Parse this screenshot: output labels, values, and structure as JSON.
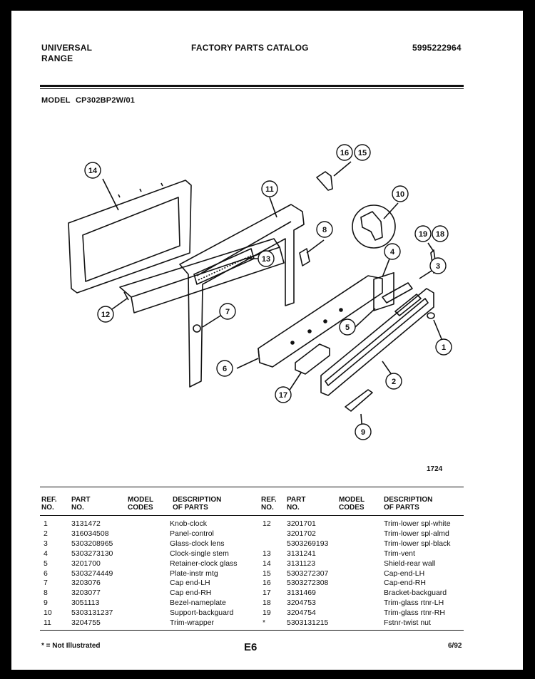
{
  "header": {
    "brand_line1": "UNIVERSAL",
    "brand_line2": "RANGE",
    "catalog_title": "FACTORY PARTS CATALOG",
    "catalog_number": "5995222964",
    "model_label": "MODEL",
    "model_number": "CP302BP2W/01"
  },
  "diagram": {
    "figure_number": "1724",
    "callouts": [
      "14",
      "11",
      "16",
      "15",
      "10",
      "8",
      "13",
      "12",
      "7",
      "4",
      "19",
      "18",
      "3",
      "5",
      "1",
      "6",
      "17",
      "2",
      "9"
    ]
  },
  "table_headers": {
    "ref": [
      "REF.",
      "NO."
    ],
    "part": [
      "PART",
      "NO."
    ],
    "model": [
      "MODEL",
      "CODES"
    ],
    "desc": [
      "DESCRIPTION",
      "OF PARTS"
    ]
  },
  "parts_left": [
    {
      "ref": "1",
      "part": "3131472",
      "model": "",
      "desc": "Knob-clock"
    },
    {
      "ref": "2",
      "part": "316034508",
      "model": "",
      "desc": "Panel-control"
    },
    {
      "ref": "3",
      "part": "5303208965",
      "model": "",
      "desc": "Glass-clock lens"
    },
    {
      "ref": "4",
      "part": "5303273130",
      "model": "",
      "desc": "Clock-single stem"
    },
    {
      "ref": "5",
      "part": "3201700",
      "model": "",
      "desc": "Retainer-clock glass"
    },
    {
      "ref": "6",
      "part": "5303274449",
      "model": "",
      "desc": "Plate-instr mtg"
    },
    {
      "ref": "7",
      "part": "3203076",
      "model": "",
      "desc": "Cap end-LH"
    },
    {
      "ref": "8",
      "part": "3203077",
      "model": "",
      "desc": "Cap end-RH"
    },
    {
      "ref": "9",
      "part": "3051113",
      "model": "",
      "desc": "Bezel-nameplate"
    },
    {
      "ref": "10",
      "part": "5303131237",
      "model": "",
      "desc": "Support-backguard"
    },
    {
      "ref": "11",
      "part": "3204755",
      "model": "",
      "desc": "Trim-wrapper"
    }
  ],
  "parts_right": [
    {
      "ref": "12",
      "part": "3201701",
      "model": "",
      "desc": "Trim-lower spl-white"
    },
    {
      "ref": "",
      "part": "3201702",
      "model": "",
      "desc": "Trim-lower spl-almd"
    },
    {
      "ref": "",
      "part": "5303269193",
      "model": "",
      "desc": "Trim-lower spl-black"
    },
    {
      "ref": "13",
      "part": "3131241",
      "model": "",
      "desc": "Trim-vent"
    },
    {
      "ref": "14",
      "part": "3131123",
      "model": "",
      "desc": "Shield-rear wall"
    },
    {
      "ref": "15",
      "part": "5303272307",
      "model": "",
      "desc": "Cap-end-LH"
    },
    {
      "ref": "16",
      "part": "5303272308",
      "model": "",
      "desc": "Cap-end-RH"
    },
    {
      "ref": "17",
      "part": "3131469",
      "model": "",
      "desc": "Bracket-backguard"
    },
    {
      "ref": "18",
      "part": "3204753",
      "model": "",
      "desc": "Trim-glass rtnr-LH"
    },
    {
      "ref": "19",
      "part": "3204754",
      "model": "",
      "desc": "Trim-glass rtnr-RH"
    },
    {
      "ref": "*",
      "part": "5303131215",
      "model": "",
      "desc": "Fstnr-twist nut"
    }
  ],
  "footer": {
    "note": "* = Not Illustrated",
    "page_code": "E6",
    "date": "6/92"
  }
}
